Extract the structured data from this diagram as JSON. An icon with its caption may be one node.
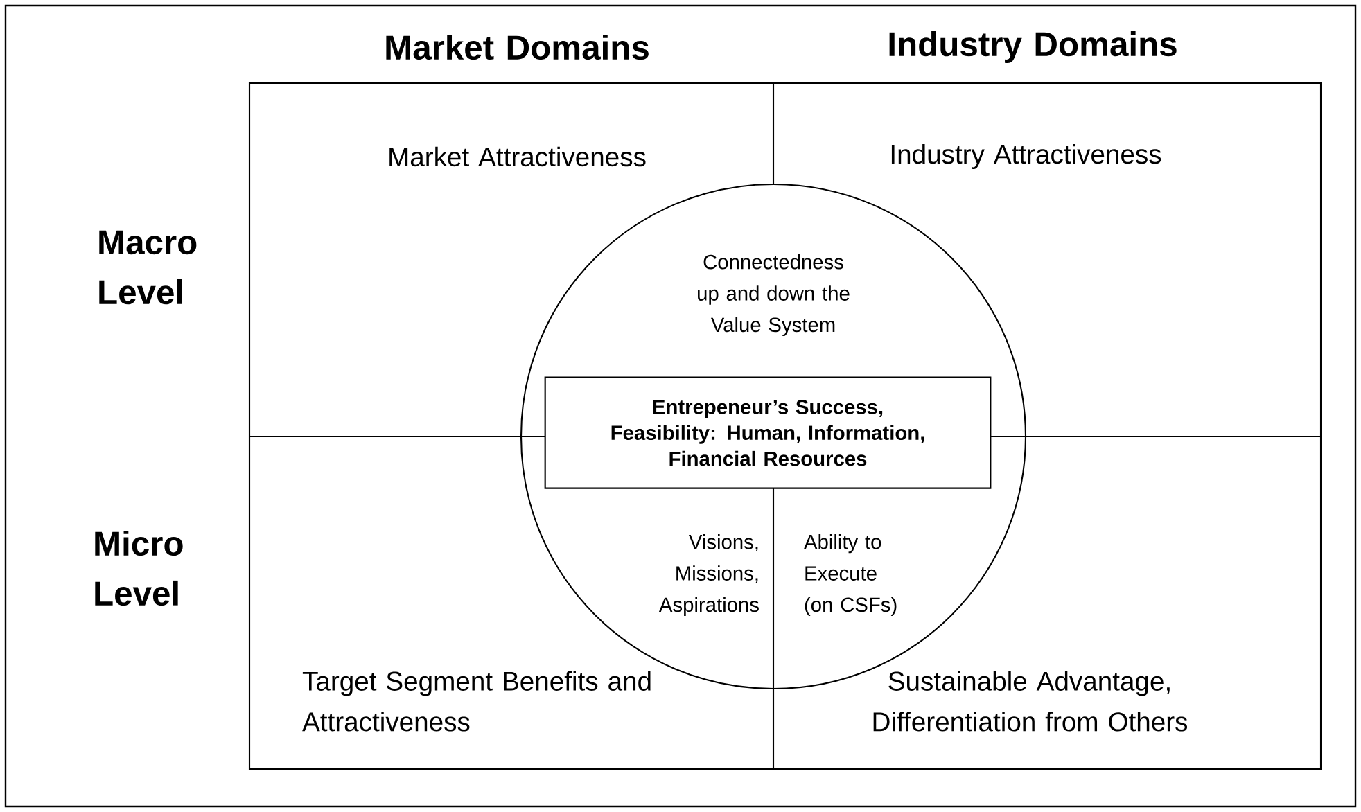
{
  "diagram": {
    "nodes": [
      {
        "text": [
          "Market Attractiveness"
        ]
      },
      {
        "text": [
          "Industry Attractiveness"
        ]
      },
      {
        "text": [
          "Target Segment Benefits and Attractiveness"
        ]
      },
      {
        "text": [
          "Sustainable Advantage, Differentiation from Others"
        ]
      },
      {
        "text": [
          "Connectedness up and down the Value System",
          "Visions, Missions, Aspirations",
          "Ability to Execute (on CSFs)"
        ]
      },
      {
        "text": [
          "Entrepeneur’s Success, Feasibility: Human, Information, Financial Resources"
        ],
        "in": 4
      }
    ],
    "edges": [],
    "labels": [
      "Market Domains",
      "Industry Domains",
      "Macro Level",
      "Micro Level"
    ]
  }
}
